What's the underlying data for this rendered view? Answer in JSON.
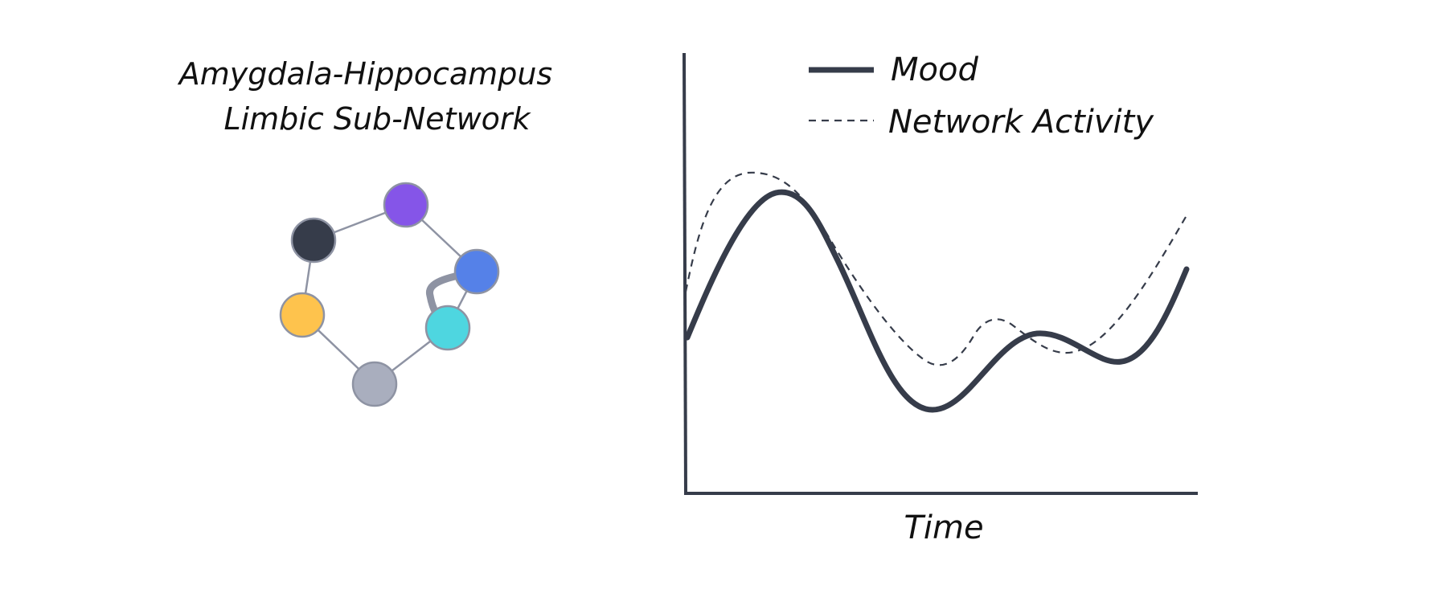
{
  "network": {
    "title_line1": "Amygdala-Hippocampus",
    "title_line2": "Limbic Sub-Network",
    "nodes": [
      {
        "id": "n1",
        "color": "#8555E8"
      },
      {
        "id": "n2",
        "color": "#363C4A"
      },
      {
        "id": "n3",
        "color": "#5581E8"
      },
      {
        "id": "n4",
        "color": "#FEC34D"
      },
      {
        "id": "n5",
        "color": "#4ED6E0"
      },
      {
        "id": "n6",
        "color": "#A9AEBE"
      }
    ],
    "edges": [
      {
        "from": "n2",
        "to": "n1",
        "emphasis": "normal"
      },
      {
        "from": "n1",
        "to": "n3",
        "emphasis": "normal"
      },
      {
        "from": "n2",
        "to": "n4",
        "emphasis": "normal"
      },
      {
        "from": "n3",
        "to": "n5",
        "emphasis": "normal"
      },
      {
        "from": "n3",
        "to": "n5",
        "emphasis": "strong"
      },
      {
        "from": "n4",
        "to": "n6",
        "emphasis": "normal"
      },
      {
        "from": "n5",
        "to": "n6",
        "emphasis": "normal"
      }
    ],
    "edge_color": "#8E93A3",
    "node_stroke": "#8E93A3"
  },
  "chart": {
    "xlabel": "Time",
    "legend": [
      {
        "label": "Mood",
        "style": "solid"
      },
      {
        "label": "Network Activity",
        "style": "dashed"
      }
    ],
    "line_color": "#363C4A"
  }
}
